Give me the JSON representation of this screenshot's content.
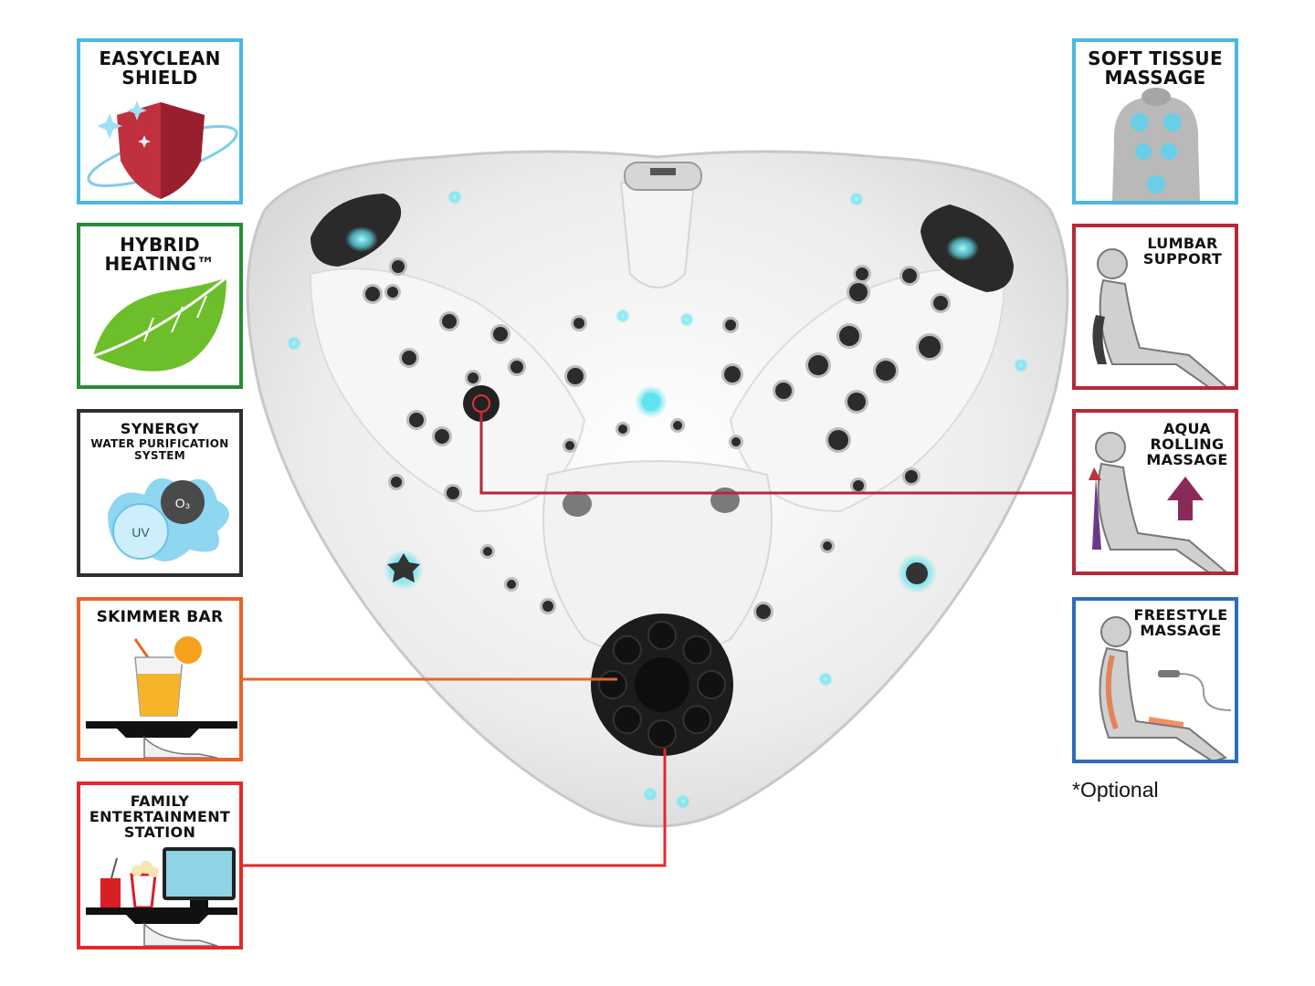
{
  "left_features": [
    {
      "id": "easyclean",
      "title": "EASYCLEAN\nSHIELD",
      "border": "#4ab8e0"
    },
    {
      "id": "hybrid",
      "title": "HYBRID\nHEATING™",
      "border": "#2a8a3a"
    },
    {
      "id": "synergy",
      "title": "SYNERGY",
      "subtitle": "WATER PURIFICATION\nSYSTEM",
      "badge_uv": "UV",
      "badge_o3": "O₃",
      "border": "#2f2f2f"
    },
    {
      "id": "skimmer",
      "title": "SKIMMER BAR",
      "border": "#e8632a"
    },
    {
      "id": "family",
      "title": "FAMILY\nENTERTAINMENT\nSTATION",
      "border": "#e32a2a"
    }
  ],
  "right_features": [
    {
      "id": "softtissue",
      "title": "SOFT TISSUE\nMASSAGE",
      "border": "#4ab8e0"
    },
    {
      "id": "lumbar",
      "title": "LUMBAR\nSUPPORT",
      "border": "#b5283a"
    },
    {
      "id": "aqua",
      "title": "AQUA\nROLLING\nMASSAGE",
      "border": "#b5283a"
    },
    {
      "id": "freestyle",
      "title": "FREESTYLE\nMASSAGE",
      "border": "#2a6eb8"
    }
  ],
  "footnote": "*Optional",
  "colors": {
    "callout_aqua": "#b5283a",
    "callout_skimmer": "#e8632a",
    "callout_family": "#e32a2a",
    "shell": "#eeeeee",
    "jet_light": "#5fe3f0"
  }
}
